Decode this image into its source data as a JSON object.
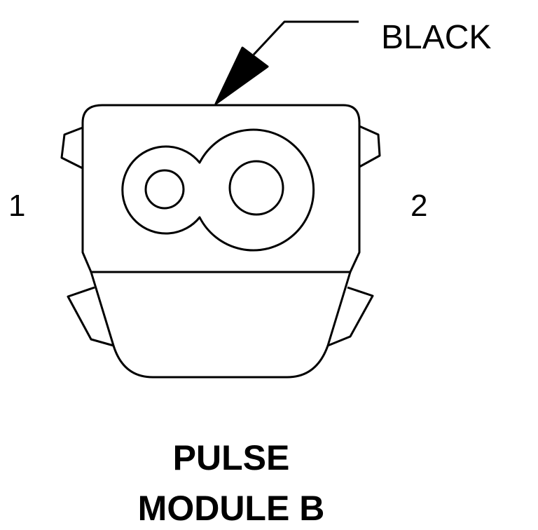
{
  "callout": {
    "label": "BLACK"
  },
  "pins": [
    {
      "label": "1"
    },
    {
      "label": "2"
    }
  ],
  "title": {
    "line1": "PULSE",
    "line2": "MODULE B"
  },
  "colors": {
    "stroke": "#000000",
    "background": "#ffffff"
  }
}
